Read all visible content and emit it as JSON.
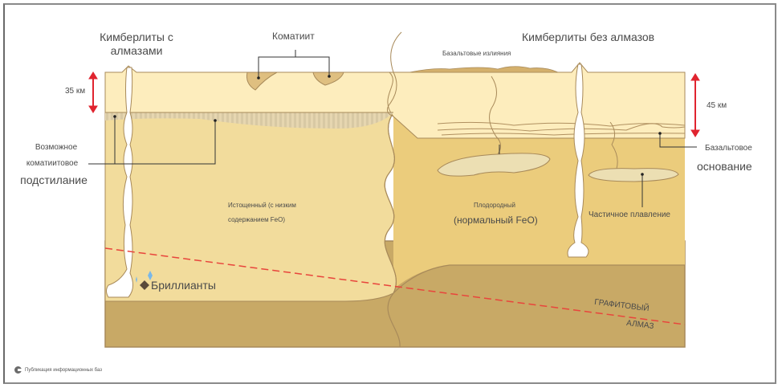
{
  "labels": {
    "kimberlites_with_diamonds_line1": "Кимберлиты с",
    "kimberlites_with_diamonds_line2": "алмазами",
    "komatiite": "Коматиит",
    "kimberlites_without_diamonds": "Кимберлиты без алмазов",
    "basalt_flows": "Базальтовые излияния",
    "depth_left": "35 км",
    "depth_right": "45 км",
    "komatiite_underplating_line1": "Возможное",
    "komatiite_underplating_line2": "коматиитовое",
    "komatiite_underplating_line3": "подстилание",
    "basalt_base_line1": "Базальтовое",
    "basalt_base_line2": "основание",
    "depleted_line1": "Истощенный (с низким",
    "depleted_line2": "содержанием FeO)",
    "fertile_line1": "Плодородный",
    "fertile_line2": "(нормальный FeO)",
    "partial_melting": "Частичное плавление",
    "diamonds": "Бриллианты",
    "graphite_line1": "ГРАФИТОВЫЙ",
    "graphite_line2": "АЛМАЗ"
  },
  "footer": {
    "text": "Публикация информационных баз",
    "icon": "publisher-logo-icon"
  },
  "colors": {
    "crust": "#fdedbd",
    "depleted_mantle": "#f2dc9c",
    "fertile_mantle": "#ebcc7c",
    "deep_mantle": "#c8a966",
    "komatiite_body": "#dfbf80",
    "melt_pocket": "#ecdfb3",
    "outline": "#a88a5a",
    "depth_arrow": "#e0242f",
    "diamond_line": "#e8453c",
    "diamond_gem": "#7ab8e8",
    "label_text": "#4a4a4a",
    "leader_line": "#333333"
  }
}
